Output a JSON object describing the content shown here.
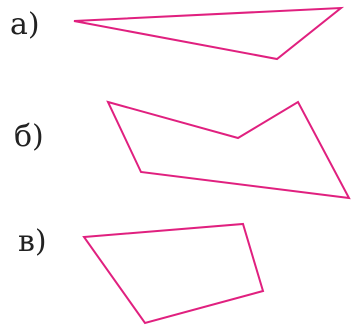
{
  "labels": {
    "a": "а)",
    "b": "б)",
    "v": "в)"
  },
  "colors": {
    "outline": "#e0207f",
    "label": "#222222",
    "background": "#ffffff"
  }
}
